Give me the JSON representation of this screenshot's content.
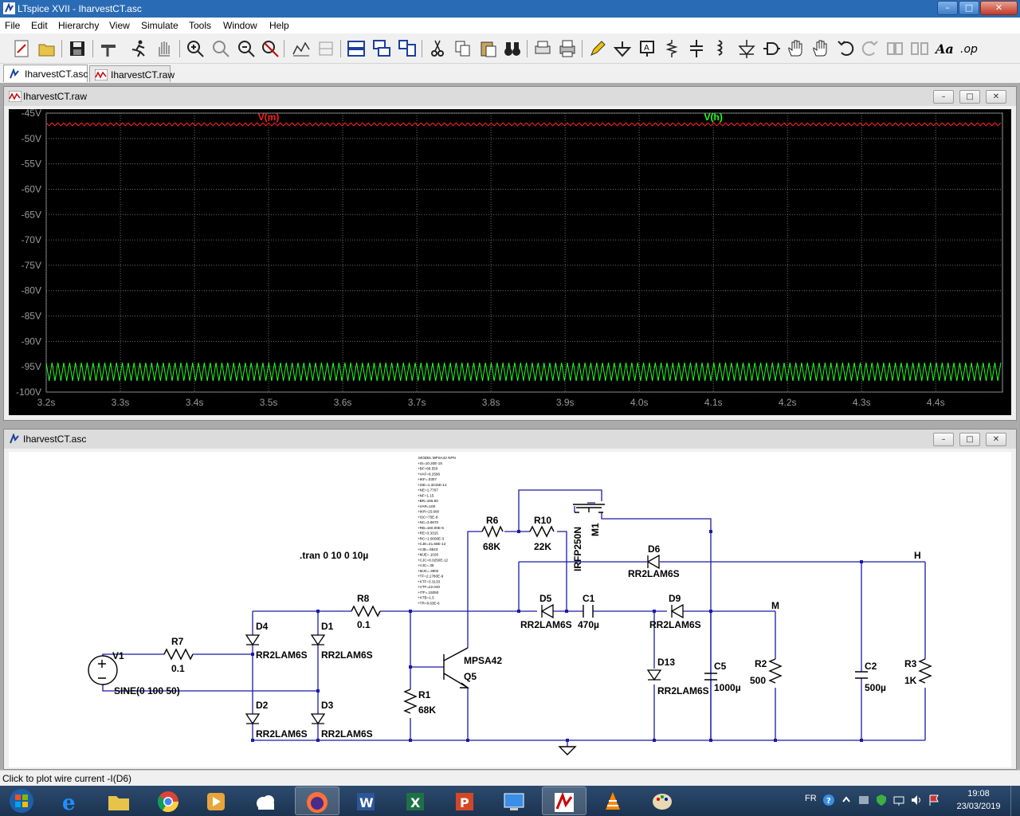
{
  "window": {
    "title": "LTspice XVII - IharvestCT.asc",
    "min": "–",
    "max": "□",
    "close": "✕"
  },
  "menu": [
    "File",
    "Edit",
    "Hierarchy",
    "View",
    "Simulate",
    "Tools",
    "Window",
    "Help"
  ],
  "toolbar": [
    "new-schematic",
    "open",
    "save",
    "control-panel",
    "run",
    "halt",
    "zoom-in",
    "pan",
    "zoom-out",
    "zoom-fit",
    "autorange",
    "measure",
    "tile-horizontal",
    "cascade",
    "tile-vertical",
    "cut",
    "copy",
    "paste",
    "find",
    "print-setup",
    "print",
    "draw-wire",
    "ground",
    "label-net",
    "resistor",
    "capacitor",
    "inductor",
    "diode",
    "component",
    "move",
    "drag",
    "undo",
    "redo",
    "rotate",
    "mirror",
    "text",
    "spice-directive"
  ],
  "tabs": [
    {
      "label": "IharvestCT.asc",
      "icon": "schematic-icon",
      "active": true
    },
    {
      "label": "IharvestCT.raw",
      "icon": "waveform-icon",
      "active": false
    }
  ],
  "plot_window": {
    "title": "IharvestCT.raw"
  },
  "schematic_window": {
    "title": "IharvestCT.asc"
  },
  "chart_data": {
    "type": "line",
    "title": "",
    "xlabel": "",
    "ylabel": "",
    "x_ticks": [
      "3.2s",
      "3.3s",
      "3.4s",
      "3.5s",
      "3.6s",
      "3.7s",
      "3.8s",
      "3.9s",
      "4.0s",
      "4.1s",
      "4.2s",
      "4.3s",
      "4.4s"
    ],
    "y_ticks": [
      "-45V",
      "-50V",
      "-55V",
      "-60V",
      "-65V",
      "-70V",
      "-75V",
      "-80V",
      "-85V",
      "-90V",
      "-95V",
      "-100V"
    ],
    "xlim": [
      3.2,
      4.49
    ],
    "ylim": [
      -100,
      -45
    ],
    "grid": true,
    "background": "#000000",
    "series": [
      {
        "name": "V(m)",
        "color": "#ff2020",
        "level": -47.2,
        "ripple": 0.3,
        "x": [
          3.2,
          4.49
        ],
        "y": [
          -47.2,
          -47.2
        ]
      },
      {
        "name": "V(h)",
        "color": "#20ff20",
        "level": -96.0,
        "ripple": 1.8,
        "x": [
          3.2,
          4.49
        ],
        "y": [
          -96.0,
          -96.0
        ]
      }
    ]
  },
  "schematic": {
    "directive": ".tran 0 10 0 10µ",
    "model_lines": [
      ".MODEL MPSA42 NPN",
      "+IS=10.20E-15",
      "+BF=68.550",
      "+VAF=8.2596",
      "+IKF=.0307",
      "+ISE=1.3215E-12",
      "+NE=1.7767",
      "+NF=1.15",
      "+BR=166.50",
      "+VAR=100",
      "+IKR=15.900",
      "+ISC=75E-9",
      "+NC=3.9670",
      "+RB=160.00E-6",
      "+RE=3.3315",
      "+RC=1.0000E-3",
      "+CJE=41.68E-12",
      "+VJE=.5543",
      "+MJE=.1026",
      "+CJC=8.0250E-12",
      "+VJC=.35",
      "+MJC=.3902",
      "+TF=2.1780E-9",
      "+XTF=3.3133",
      "+VTF=22.040",
      "+ITF=.19350",
      "+XTB=1.5",
      "+TR=8.63E-6"
    ],
    "labels": {
      "V1": "V1",
      "SINE": "SINE(0 100 50)",
      "R7": "R7",
      "R7v": "0.1",
      "D4": "D4",
      "D4m": "RR2LAM6S",
      "D1": "D1",
      "D1m": "RR2LAM6S",
      "D2": "D2",
      "D2m": "RR2LAM6S",
      "D3": "D3",
      "D3m": "RR2LAM6S",
      "R8": "R8",
      "R8v": "0.1",
      "R1": "R1",
      "R1v": "68K",
      "Q5m": "MPSA42",
      "Q5": "Q5",
      "R6": "R6",
      "R6v": "68K",
      "R10": "R10",
      "R10v": "22K",
      "M1": "M1",
      "M1m": "IRFP250N",
      "D6": "D6",
      "D6m": "RR2LAM6S",
      "D5": "D5",
      "D5m": "RR2LAM6S",
      "C1": "C1",
      "C1v": "470µ",
      "D9": "D9",
      "D9m": "RR2LAM6S",
      "D13": "D13",
      "D13m": "RR2LAM6S",
      "C5": "C5",
      "C5v": "1000µ",
      "R2": "R2",
      "R2v": "500",
      "C2": "C2",
      "C2v": "500µ",
      "R3": "R3",
      "R3v": "1K",
      "netH": "H",
      "netM": "M"
    }
  },
  "status": "Click to plot wire current -I(D6)",
  "taskbar": {
    "apps": [
      "start",
      "internet-explorer",
      "file-explorer",
      "chrome",
      "media-player",
      "outlook-cloud",
      "firefox",
      "word",
      "excel",
      "powerpoint",
      "remote-desktop",
      "ltspice",
      "vlc",
      "paint"
    ],
    "lang": "FR",
    "time": "19:08",
    "date": "23/03/2019"
  }
}
